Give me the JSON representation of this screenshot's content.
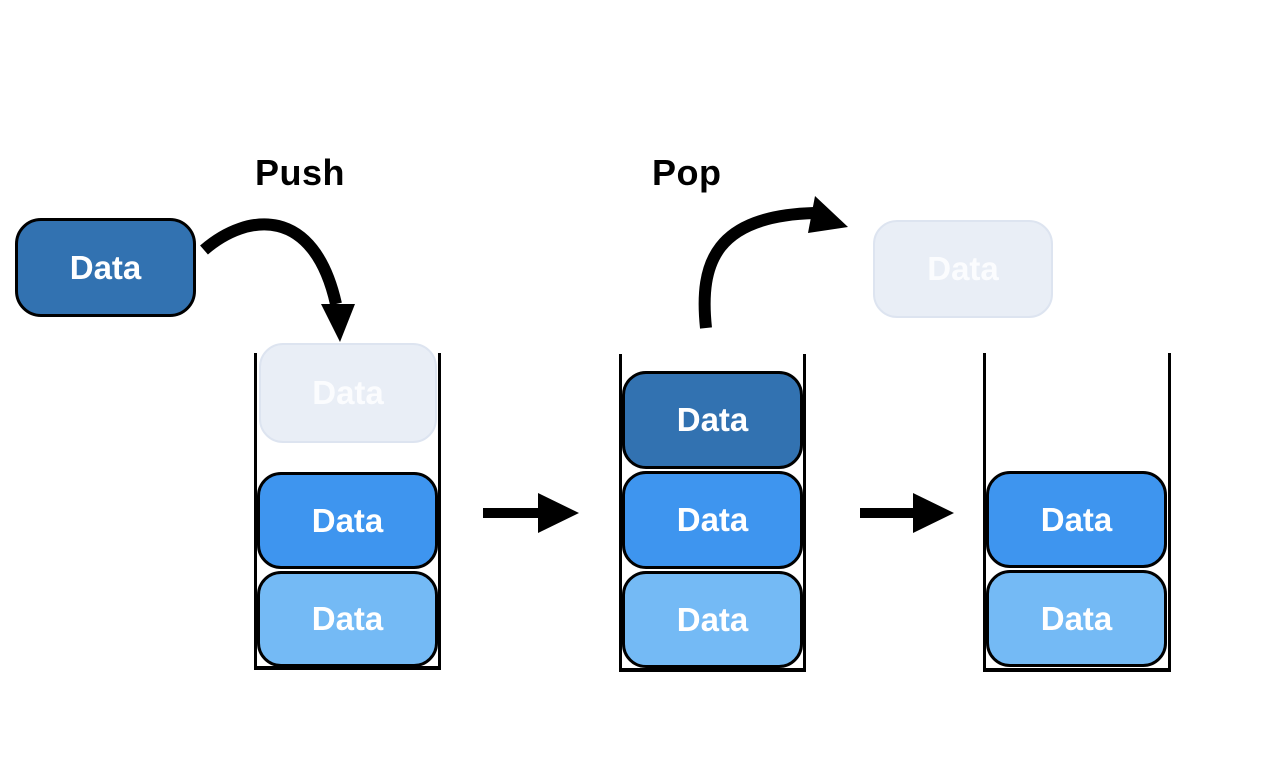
{
  "diagram": {
    "push_label": "Push",
    "pop_label": "Pop",
    "incoming_block": {
      "label": "Data",
      "tone": "dark"
    },
    "popped_block": {
      "label": "Data",
      "tone": "ghost"
    },
    "stacks": [
      {
        "name": "stack-before-push",
        "blocks": [
          {
            "label": "Data",
            "tone": "ghost"
          },
          {
            "label": "Data",
            "tone": "mid"
          },
          {
            "label": "Data",
            "tone": "light"
          }
        ]
      },
      {
        "name": "stack-after-push",
        "blocks": [
          {
            "label": "Data",
            "tone": "dark"
          },
          {
            "label": "Data",
            "tone": "mid"
          },
          {
            "label": "Data",
            "tone": "light"
          }
        ]
      },
      {
        "name": "stack-after-pop",
        "blocks": [
          {
            "label": "Data",
            "tone": "mid"
          },
          {
            "label": "Data",
            "tone": "light"
          }
        ]
      }
    ]
  },
  "colors": {
    "background": "#ffffff",
    "block_dark": "#3272b1",
    "block_mid": "#3e95ef",
    "block_light": "#74baf5",
    "block_ghost": "#e9eef6",
    "ghost_border": "#dde4f0",
    "ghost_text": "#fbfcfe",
    "block_text": "#ffffff",
    "label_text": "#000000",
    "outline": "#000000",
    "arrow": "#000000"
  }
}
